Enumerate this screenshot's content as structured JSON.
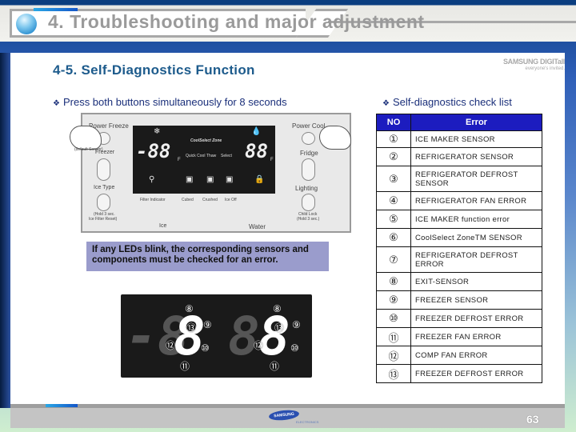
{
  "header": {
    "title": "4. Troubleshooting and major adjustment"
  },
  "section": {
    "title": "4-5. Self-Diagnostics Function"
  },
  "brand": {
    "line1": "SAMSUNG DIGITall",
    "line2": "everyone's invited."
  },
  "left": {
    "bullet": "Press both buttons simultaneously for 8 seconds",
    "panel": {
      "power_freeze": "Power Freeze",
      "freezer": "Freezer",
      "default_sensor": "(default Sensor)",
      "ice_type": "Ice Type",
      "ice_type_note_1": "(Hold 3 sec.",
      "ice_type_note_2": "Ice Filter Reset)",
      "ice": "Ice",
      "water": "Water",
      "power_cool": "Power Cool",
      "fridge": "Fridge",
      "lighting": "Lighting",
      "child_lock_1": "Child Lock",
      "child_lock_2": "(Hold 3 sec.)",
      "lcd": {
        "freezer_temp": "-88",
        "fridge_temp": "88",
        "unit": "F",
        "zone_title": "CoolSelect Zone",
        "quick_cool": "Quick Cool",
        "thaw": "Thaw",
        "select": "Select",
        "filter_indicator": "Filter Indicator",
        "cubed": "Cubed",
        "crushed": "Crushed",
        "ice_off": "Ice Off"
      }
    },
    "note": "If any LEDs blink, the corresponding sensors and components must be checked for an error.",
    "lcd_big": {
      "left_dim": "-8",
      "lit_digit": "8",
      "right_dim": "8",
      "labels": [
        "⑧",
        "⑨",
        "⑩",
        "⑪",
        "⑫",
        "⑬"
      ]
    }
  },
  "right": {
    "bullet": "Self-diagnostics check list",
    "table": {
      "headers": [
        "NO",
        "Error"
      ],
      "rows": [
        {
          "no": "①",
          "error": "ICE MAKER SENSOR"
        },
        {
          "no": "②",
          "error": "REFRIGERATOR SENSOR"
        },
        {
          "no": "③",
          "error": "REFRIGERATOR DEFROST SENSOR"
        },
        {
          "no": "④",
          "error": "REFRIGERATOR FAN ERROR"
        },
        {
          "no": "⑤",
          "error": "ICE MAKER function error"
        },
        {
          "no": "⑥",
          "error": "CoolSelect ZoneTM SENSOR"
        },
        {
          "no": "⑦",
          "error": "REFRIGERATOR DEFROST ERROR"
        },
        {
          "no": "⑧",
          "error": "EXIT-SENSOR"
        },
        {
          "no": "⑨",
          "error": "FREEZER SENSOR"
        },
        {
          "no": "⑩",
          "error": "FREEZER DEFROST ERROR"
        },
        {
          "no": "⑪",
          "error": "FREEZER FAN ERROR"
        },
        {
          "no": "⑫",
          "error": "COMP FAN ERROR"
        },
        {
          "no": "⑬",
          "error": "FREEZER DEFROST ERROR"
        }
      ]
    }
  },
  "footer": {
    "logo": "SAMSUNG",
    "logo_sub": "ELECTRONICS",
    "page": "63"
  },
  "colors": {
    "table_header": "#1c1cbf",
    "section_title": "#1d5b8c",
    "bullet_text": "#1a2f7a",
    "note_bg": "#9a9ccc"
  }
}
